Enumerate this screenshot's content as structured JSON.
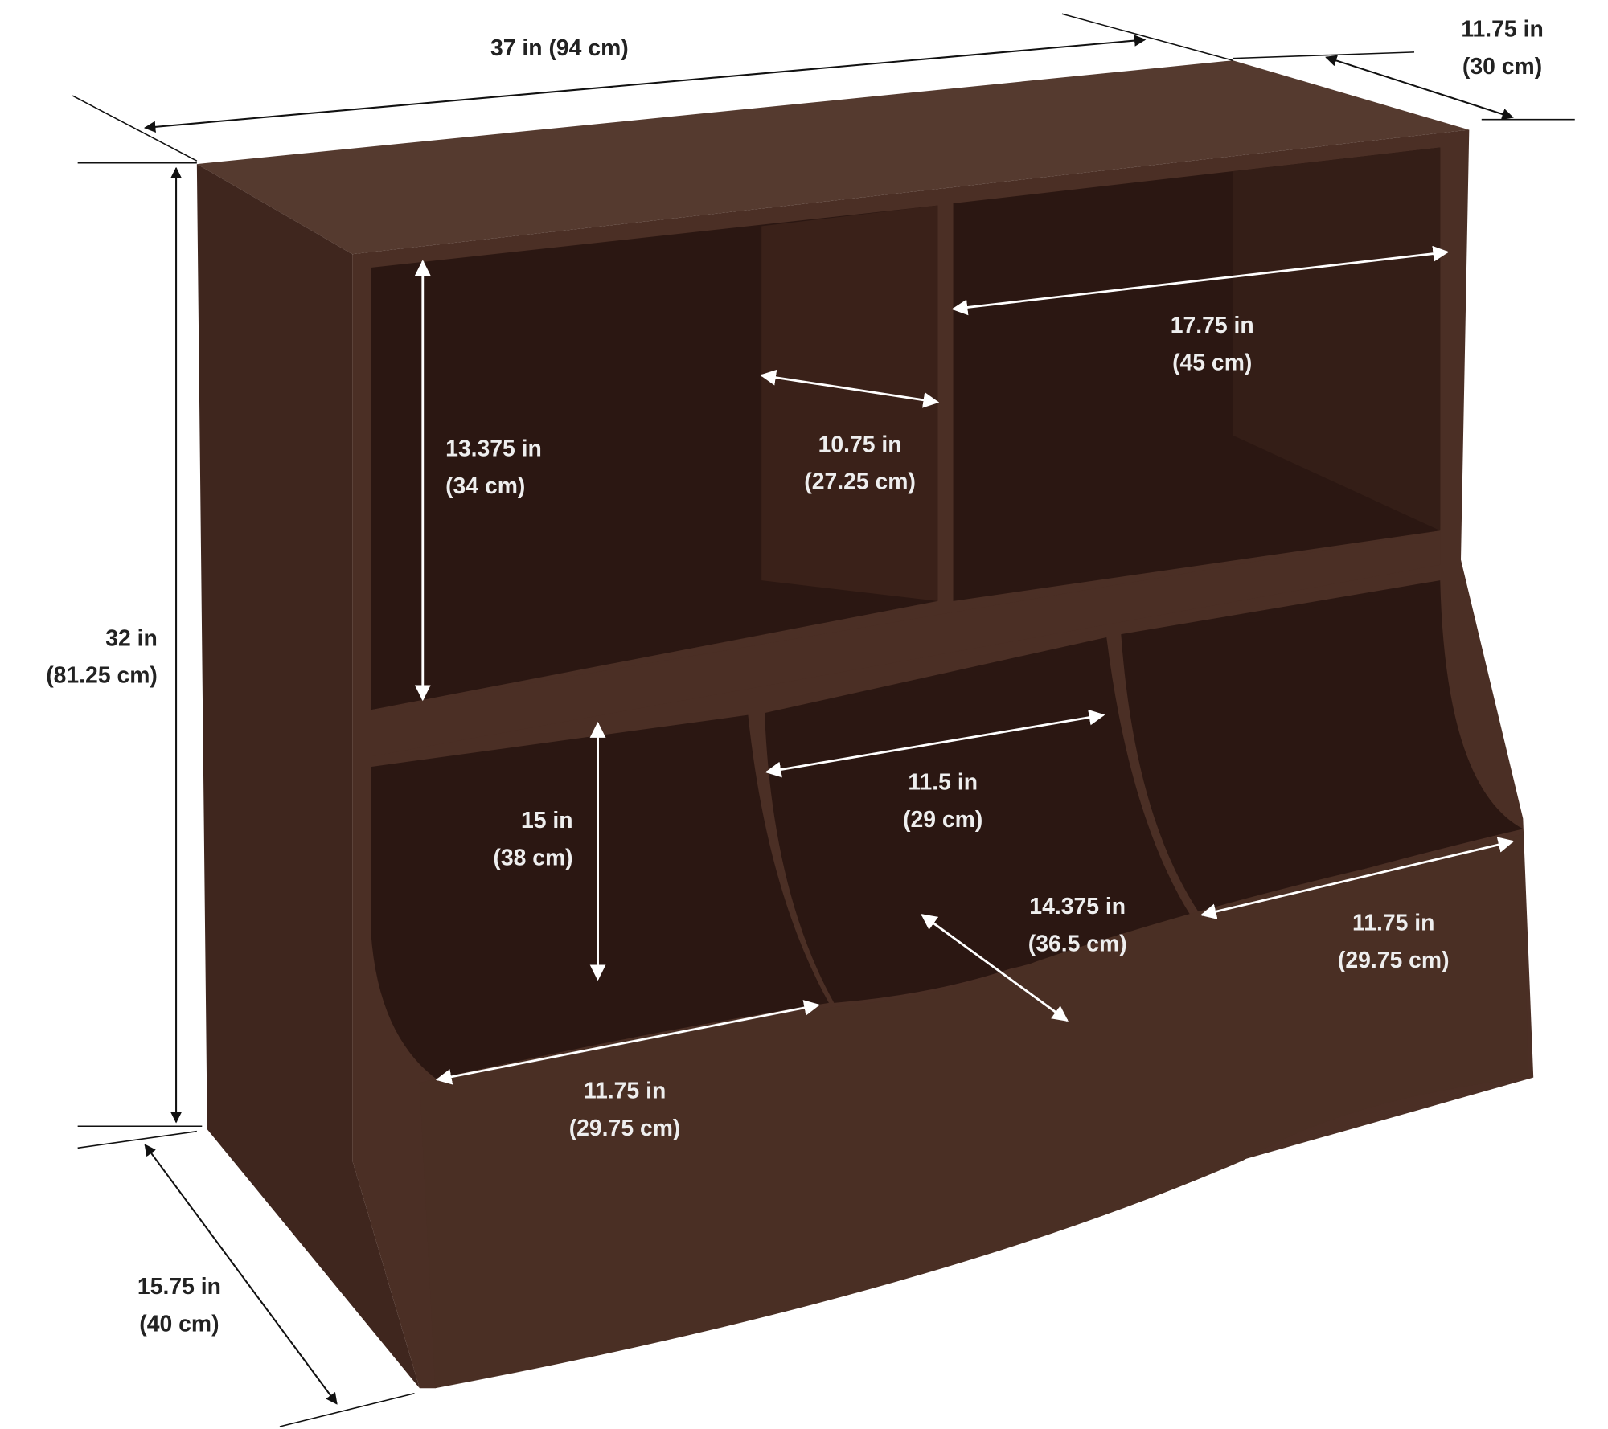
{
  "title": "Storage cubby dimensions",
  "colors": {
    "wood_front": "#4b2f25",
    "wood_side": "#3f261e",
    "wood_top": "#553a2f",
    "interior": "#2b1712",
    "interior_back": "#341e17",
    "text": "#222222"
  },
  "dimensions": {
    "overall_width": {
      "line1": "37 in (94 cm)"
    },
    "top_depth": {
      "line1": "11.75 in",
      "line2": "(30 cm)"
    },
    "overall_height": {
      "line1": "32 in",
      "line2": "(81.25 cm)"
    },
    "upper_shelf_height": {
      "line1": "13.375 in",
      "line2": "(34 cm)"
    },
    "upper_shelf_depth": {
      "line1": "10.75 in",
      "line2": "(27.25 cm)"
    },
    "upper_right_width": {
      "line1": "17.75 in",
      "line2": "(45 cm)"
    },
    "bin_height": {
      "line1": "15 in",
      "line2": "(38 cm)"
    },
    "middle_bin_width": {
      "line1": "11.5 in",
      "line2": "(29 cm)"
    },
    "bin_depth": {
      "line1": "14.375 in",
      "line2": "(36.5 cm)"
    },
    "right_bin_width": {
      "line1": "11.75 in",
      "line2": "(29.75 cm)"
    },
    "left_bin_width": {
      "line1": "11.75 in",
      "line2": "(29.75 cm)"
    },
    "base_depth": {
      "line1": "15.75 in",
      "line2": "(40 cm)"
    }
  }
}
